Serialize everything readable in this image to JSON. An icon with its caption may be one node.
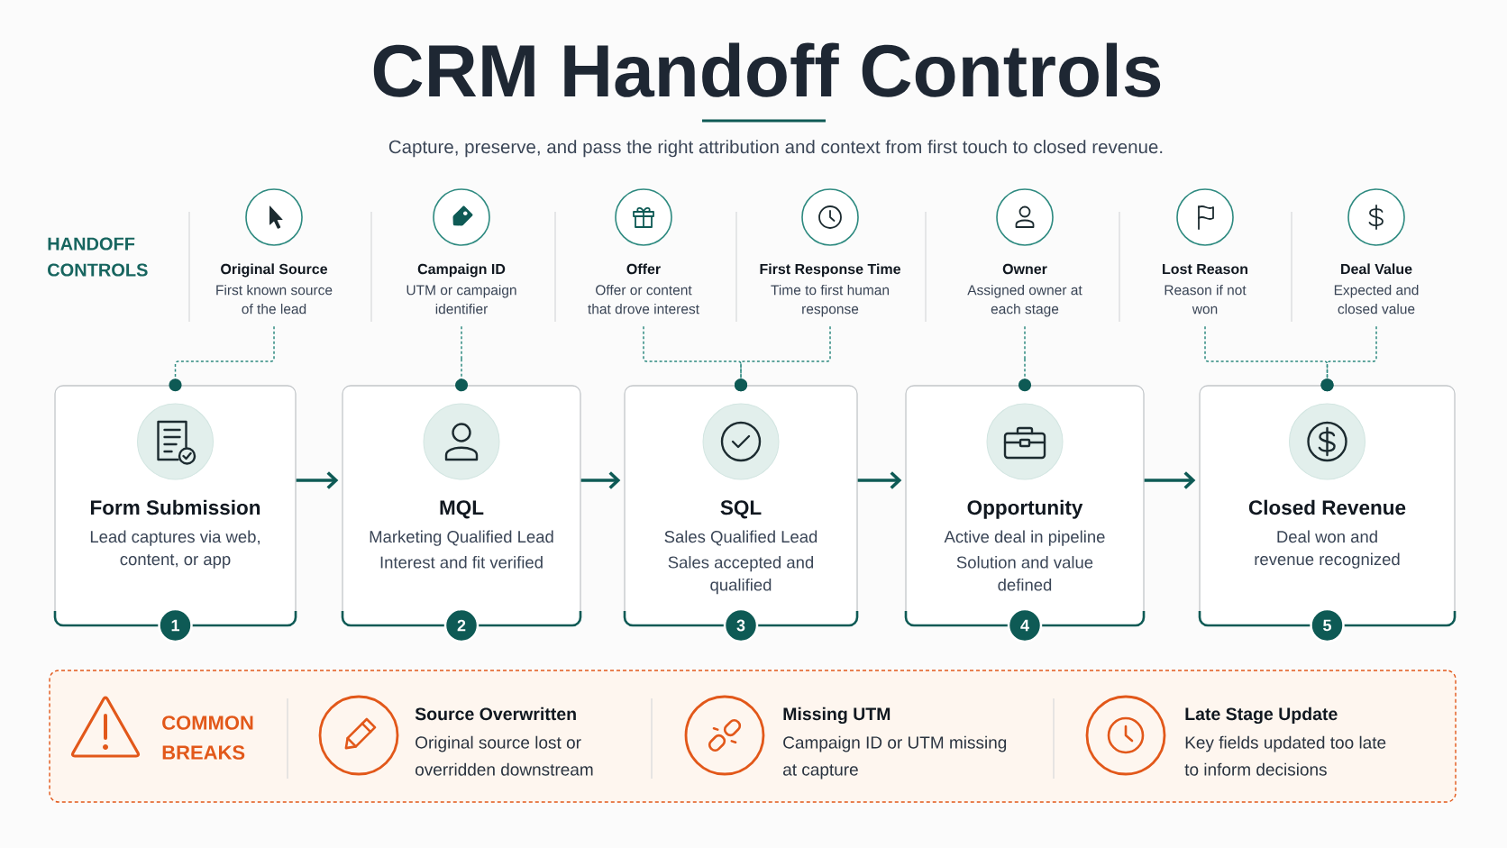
{
  "diagram": {
    "title": "CRM Handoff Controls",
    "nodes": [
      {
        "text": [
          "Original Source",
          "First known source of the lead"
        ]
      },
      {
        "text": [
          "Campaign ID",
          "UTM or campaign identifier"
        ]
      },
      {
        "text": [
          "Offer",
          "Offer or content that drove interest"
        ]
      },
      {
        "text": [
          "First Response Time",
          "Time to first human response"
        ]
      },
      {
        "text": [
          "Owner",
          "Assigned owner at each stage"
        ]
      },
      {
        "text": [
          "Lost Reason",
          "Reason if not won"
        ]
      },
      {
        "text": [
          "Deal Value",
          "Expected and closed value"
        ]
      },
      {
        "text": [
          "Form Submission",
          "Lead captures via web, content, or app"
        ],
        "beside": [
          "1"
        ]
      },
      {
        "text": [
          "MQL",
          "Marketing Qualified Lead",
          "Interest and fit verified"
        ],
        "beside": [
          "2"
        ]
      },
      {
        "text": [
          "SQL",
          "Sales Qualified Lead",
          "Sales accepted and qualified"
        ],
        "beside": [
          "3"
        ]
      },
      {
        "text": [
          "Opportunity",
          "Active deal in pipeline",
          "Solution and value defined"
        ],
        "beside": [
          "4"
        ]
      },
      {
        "text": [
          "Closed Revenue",
          "Deal won and revenue recognized"
        ],
        "beside": [
          "5"
        ]
      },
      {
        "text": [
          "COMMON BREAKS",
          "Source Overwritten",
          "Original source lost or overridden downstream",
          "Missing UTM",
          "Campaign ID or UTM missing at capture",
          "Late Stage Update",
          "Key fields updated too late to inform decisions"
        ]
      }
    ],
    "edges": [
      {
        "from": 0,
        "to": 7,
        "arrow": "other",
        "style": "dashed"
      },
      {
        "from": 1,
        "to": 8,
        "arrow": "other",
        "style": "dashed"
      },
      {
        "from": 2,
        "to": 9,
        "arrow": "other",
        "style": "dashed"
      },
      {
        "from": 3,
        "to": 9,
        "arrow": "other",
        "style": "dashed"
      },
      {
        "from": 4,
        "to": 10,
        "arrow": "other",
        "style": "dashed"
      },
      {
        "from": 5,
        "to": 11,
        "arrow": "other",
        "style": "dashed"
      },
      {
        "from": 6,
        "to": 11,
        "arrow": "other",
        "style": "dashed"
      },
      {
        "from": 7,
        "to": 8,
        "arrow": "to",
        "color": "#0e5a55"
      },
      {
        "from": 8,
        "to": 9,
        "arrow": "to",
        "color": "#0e5a55"
      },
      {
        "from": 9,
        "to": 10,
        "arrow": "to",
        "color": "#0e5a55"
      },
      {
        "from": 10,
        "to": 11,
        "arrow": "to",
        "color": "#0e5a55"
      }
    ],
    "labels": [
      "Capture, preserve, and pass the right attribution and context from first touch to closed revenue.",
      "HANDOFF CONTROLS"
    ]
  }
}
